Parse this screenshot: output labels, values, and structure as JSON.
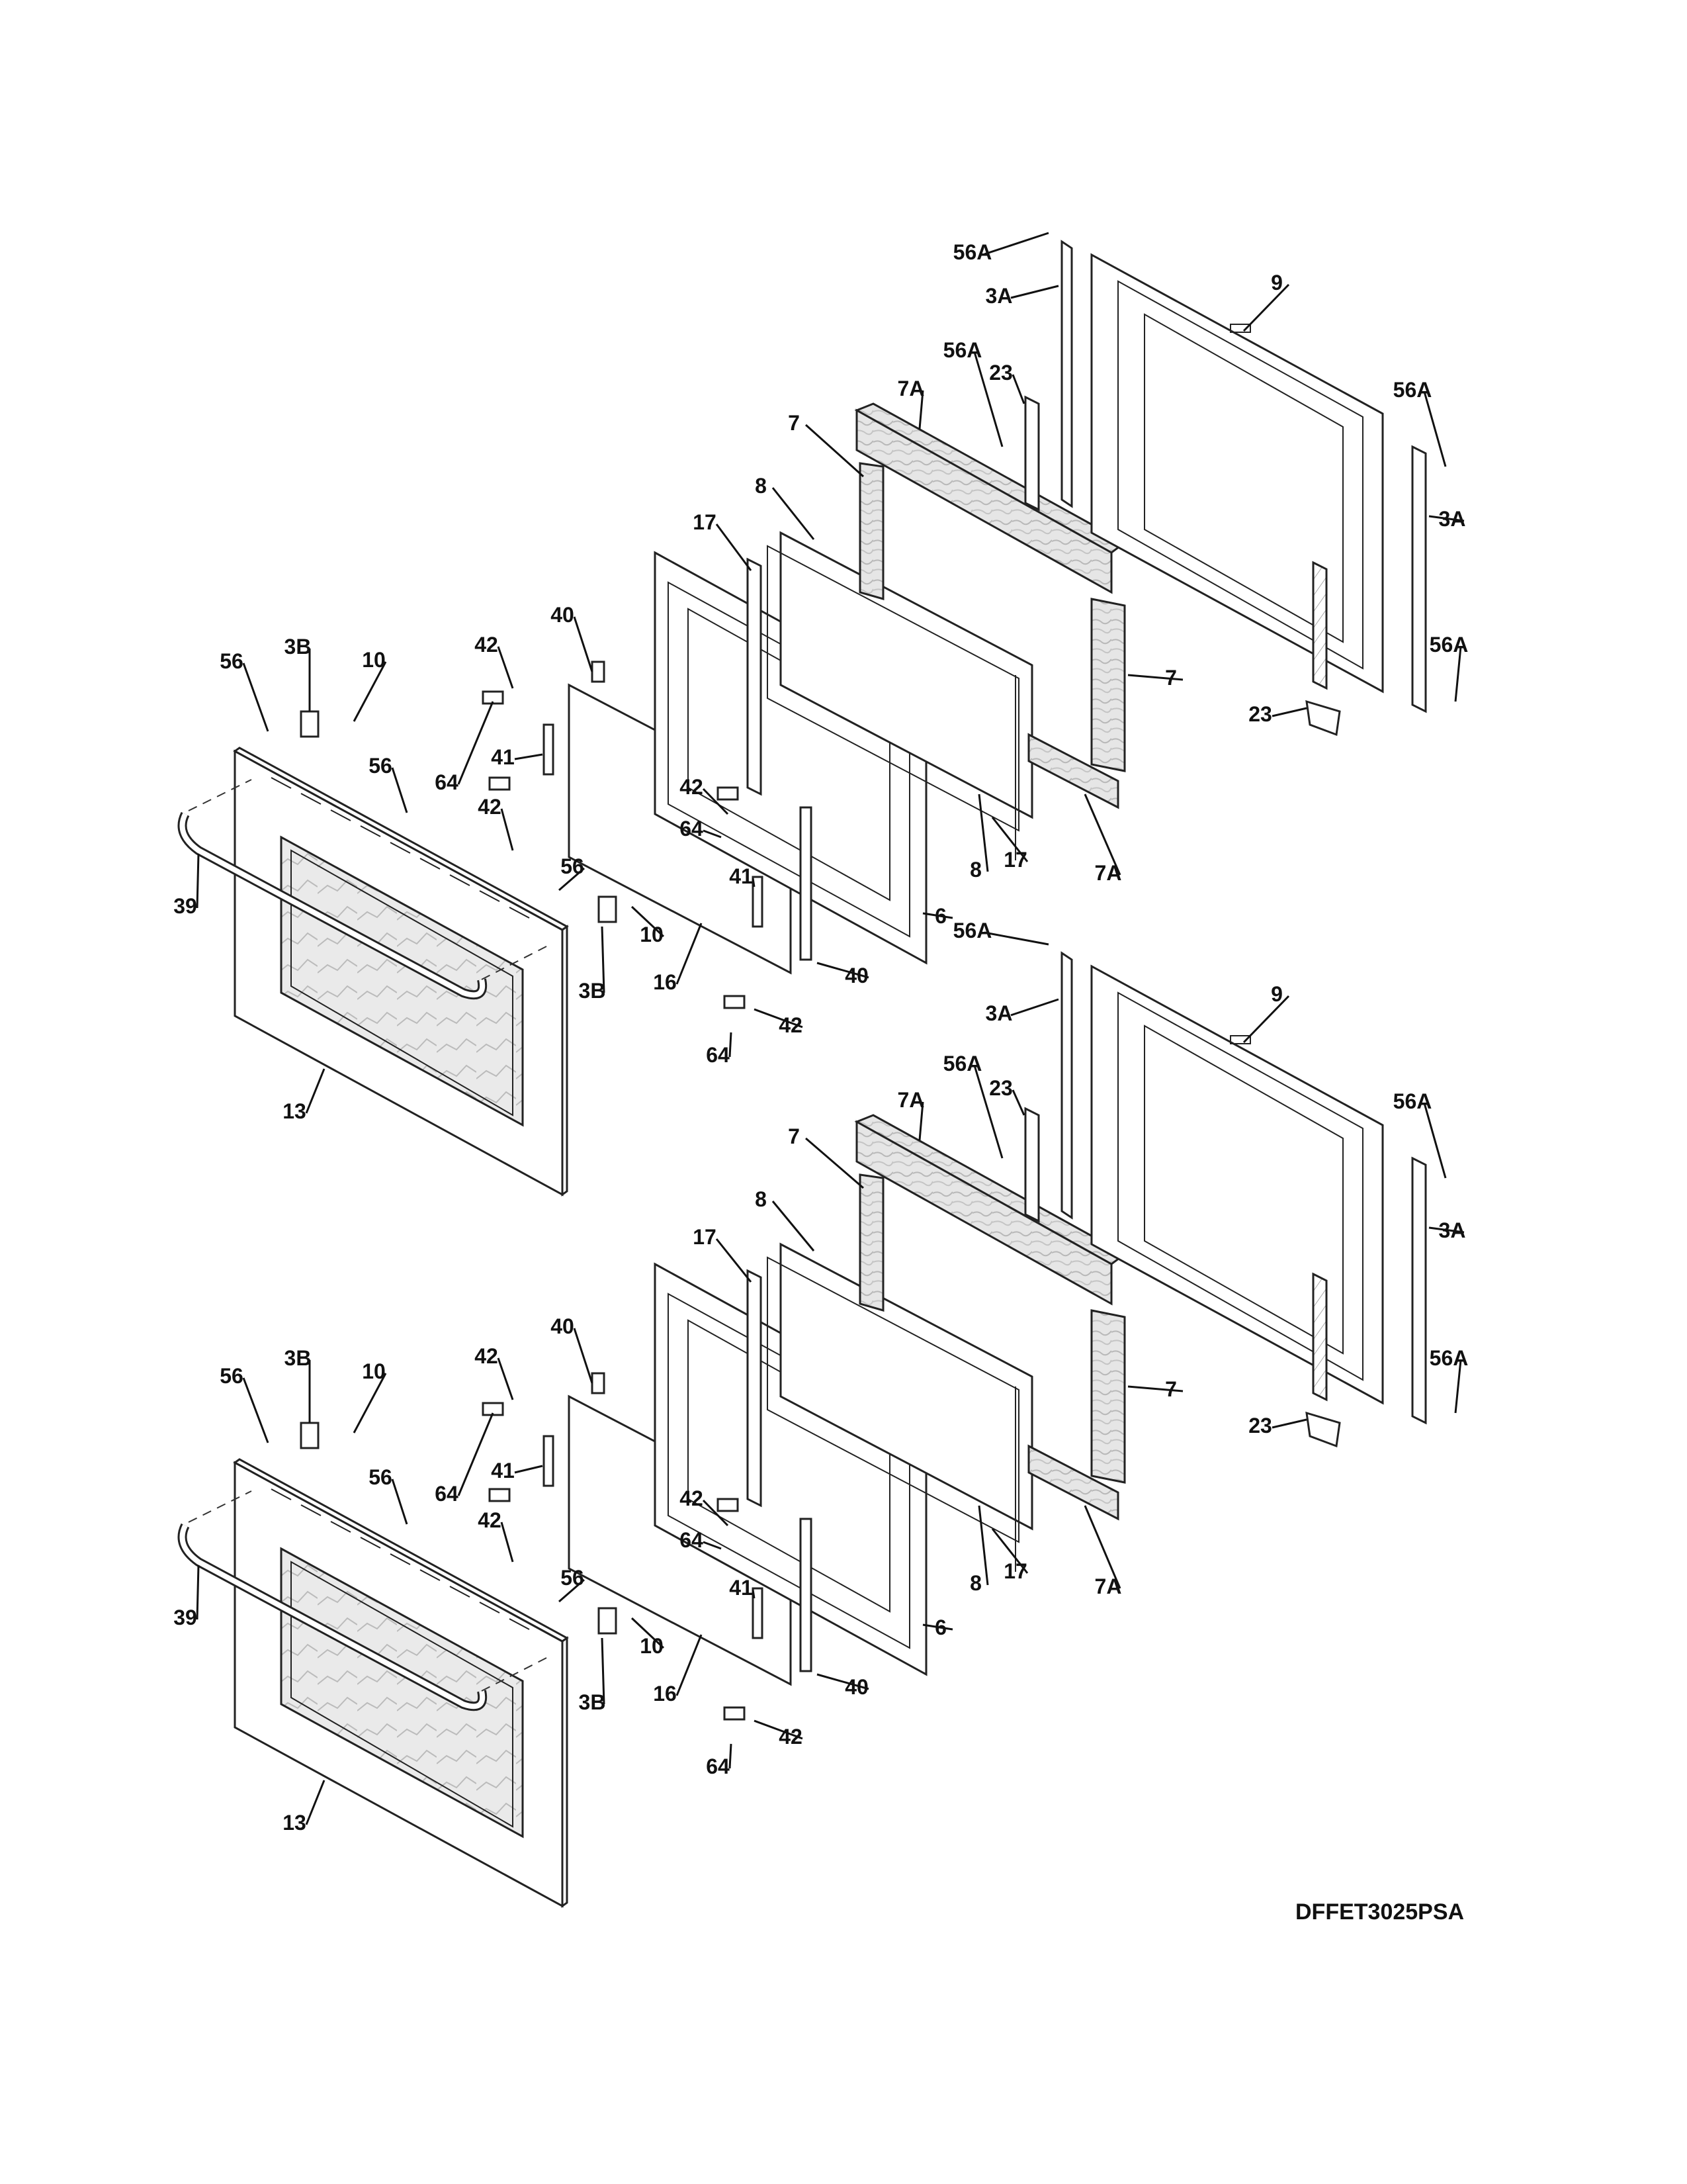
{
  "model_number": "DFFET3025PSA",
  "callouts_upper": [
    {
      "id": "c-u-56A-a",
      "text": "56A"
    },
    {
      "id": "c-u-3A-a",
      "text": "3A"
    },
    {
      "id": "c-u-9",
      "text": "9"
    },
    {
      "id": "c-u-56A-b",
      "text": "56A"
    },
    {
      "id": "c-u-23-a",
      "text": "23"
    },
    {
      "id": "c-u-7A-a",
      "text": "7A"
    },
    {
      "id": "c-u-56A-c",
      "text": "56A"
    },
    {
      "id": "c-u-3A-b",
      "text": "3A"
    },
    {
      "id": "c-u-7-a",
      "text": "7"
    },
    {
      "id": "c-u-8-a",
      "text": "8"
    },
    {
      "id": "c-u-17-a",
      "text": "17"
    },
    {
      "id": "c-u-56A-d",
      "text": "56A"
    },
    {
      "id": "c-u-7-b",
      "text": "7"
    },
    {
      "id": "c-u-23-b",
      "text": "23"
    },
    {
      "id": "c-u-40-a",
      "text": "40"
    },
    {
      "id": "c-u-42-a",
      "text": "42"
    },
    {
      "id": "c-u-56-a",
      "text": "56"
    },
    {
      "id": "c-u-3B-a",
      "text": "3B"
    },
    {
      "id": "c-u-10-a",
      "text": "10"
    },
    {
      "id": "c-u-56-b",
      "text": "56"
    },
    {
      "id": "c-u-64-a",
      "text": "64"
    },
    {
      "id": "c-u-41-a",
      "text": "41"
    },
    {
      "id": "c-u-42-b",
      "text": "42"
    },
    {
      "id": "c-u-42-c",
      "text": "42"
    },
    {
      "id": "c-u-64-b",
      "text": "64"
    },
    {
      "id": "c-u-41-b",
      "text": "41"
    },
    {
      "id": "c-u-8-b",
      "text": "8"
    },
    {
      "id": "c-u-17-b",
      "text": "17"
    },
    {
      "id": "c-u-7A-b",
      "text": "7A"
    },
    {
      "id": "c-u-39",
      "text": "39"
    },
    {
      "id": "c-u-56-c",
      "text": "56"
    },
    {
      "id": "c-u-10-b",
      "text": "10"
    },
    {
      "id": "c-u-6",
      "text": "6"
    },
    {
      "id": "c-u-3B-b",
      "text": "3B"
    },
    {
      "id": "c-u-16",
      "text": "16"
    },
    {
      "id": "c-u-40-b",
      "text": "40"
    },
    {
      "id": "c-u-42-d",
      "text": "42"
    },
    {
      "id": "c-u-64-c",
      "text": "64"
    },
    {
      "id": "c-u-13",
      "text": "13"
    }
  ],
  "callouts_lower": [
    {
      "id": "c-l-56A-a",
      "text": "56A"
    },
    {
      "id": "c-l-3A-a",
      "text": "3A"
    },
    {
      "id": "c-l-9",
      "text": "9"
    },
    {
      "id": "c-l-56A-b",
      "text": "56A"
    },
    {
      "id": "c-l-23-a",
      "text": "23"
    },
    {
      "id": "c-l-7A-a",
      "text": "7A"
    },
    {
      "id": "c-l-56A-c",
      "text": "56A"
    },
    {
      "id": "c-l-7-a",
      "text": "7"
    },
    {
      "id": "c-l-3A-b",
      "text": "3A"
    },
    {
      "id": "c-l-8-a",
      "text": "8"
    },
    {
      "id": "c-l-17-a",
      "text": "17"
    },
    {
      "id": "c-l-56A-d",
      "text": "56A"
    },
    {
      "id": "c-l-7-b",
      "text": "7"
    },
    {
      "id": "c-l-23-b",
      "text": "23"
    },
    {
      "id": "c-l-40-a",
      "text": "40"
    },
    {
      "id": "c-l-42-a",
      "text": "42"
    },
    {
      "id": "c-l-56-a",
      "text": "56"
    },
    {
      "id": "c-l-3B-a",
      "text": "3B"
    },
    {
      "id": "c-l-10-a",
      "text": "10"
    },
    {
      "id": "c-l-56-b",
      "text": "56"
    },
    {
      "id": "c-l-64-a",
      "text": "64"
    },
    {
      "id": "c-l-41-a",
      "text": "41"
    },
    {
      "id": "c-l-42-b",
      "text": "42"
    },
    {
      "id": "c-l-42-c",
      "text": "42"
    },
    {
      "id": "c-l-64-b",
      "text": "64"
    },
    {
      "id": "c-l-41-b",
      "text": "41"
    },
    {
      "id": "c-l-8-b",
      "text": "8"
    },
    {
      "id": "c-l-17-b",
      "text": "17"
    },
    {
      "id": "c-l-7A-b",
      "text": "7A"
    },
    {
      "id": "c-l-39",
      "text": "39"
    },
    {
      "id": "c-l-56-c",
      "text": "56"
    },
    {
      "id": "c-l-10-b",
      "text": "10"
    },
    {
      "id": "c-l-6",
      "text": "6"
    },
    {
      "id": "c-l-3B-b",
      "text": "3B"
    },
    {
      "id": "c-l-16",
      "text": "16"
    },
    {
      "id": "c-l-40-b",
      "text": "40"
    },
    {
      "id": "c-l-42-d",
      "text": "42"
    },
    {
      "id": "c-l-64-c",
      "text": "64"
    },
    {
      "id": "c-l-13",
      "text": "13"
    }
  ]
}
